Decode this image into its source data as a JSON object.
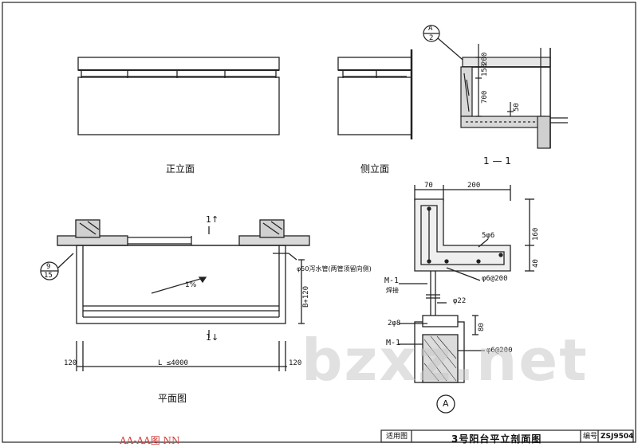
{
  "views": {
    "front_elevation": "正立面",
    "side_elevation": "侧立面",
    "section_1_1": "1 — 1",
    "plan": "平面图"
  },
  "plan": {
    "section_mark_top": "1↑",
    "section_mark_bottom": "1↓",
    "slope": "1%",
    "drain_note": "φ50泻水管(两管须留向侧)",
    "dim_depth": "B+120",
    "dim_length": "L ≤4000",
    "dim_left": "120",
    "dim_right": "120",
    "ref_num": "9",
    "ref_den": "15"
  },
  "section": {
    "callout": "A",
    "callout_sheet": "2",
    "dim_200": "200",
    "dim_150": "150",
    "dim_700": "700",
    "dim_50": "50"
  },
  "detail": {
    "dim_70": "70",
    "dim_200": "200",
    "dim_160": "160",
    "dim_40": "40",
    "rebar_5": "5φ6",
    "stirrup_top": "φ6@200",
    "m1_top": "M-1",
    "weld": "焊接",
    "bar_22": "φ22",
    "bar_2_8": "2φ8",
    "dim_80": "80",
    "m1_bottom": "M-1",
    "stirrup_bottom": "φ6@200",
    "callout": "A"
  },
  "title_block": {
    "scope": "适用图",
    "title": "3号阳台平立剖面图",
    "number_label": "编号",
    "number": "ZSJ9504"
  },
  "watermark": "bzxz.net",
  "stamp": "AA-AA图 NN"
}
